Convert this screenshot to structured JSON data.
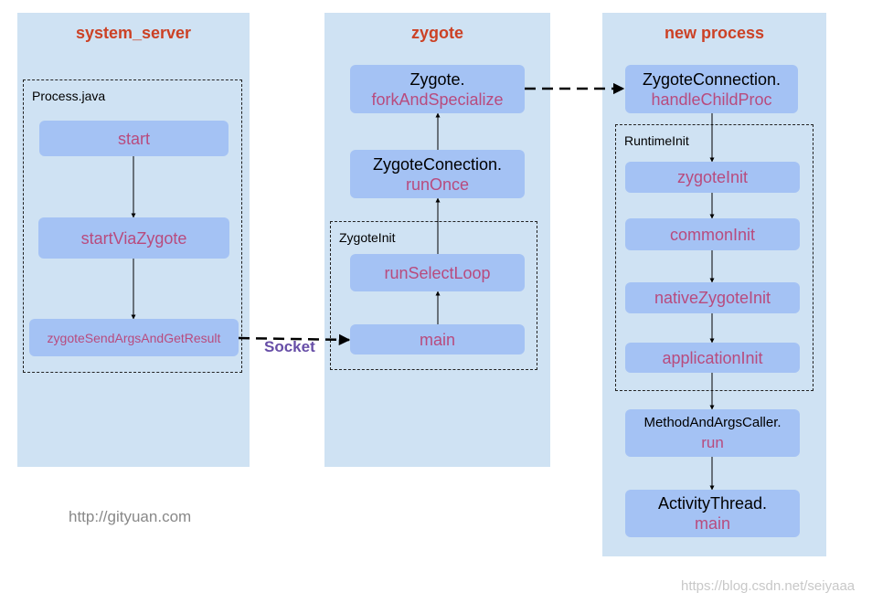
{
  "columns": [
    {
      "title": "system_server"
    },
    {
      "title": "zygote"
    },
    {
      "title": "new process"
    }
  ],
  "groups": {
    "process_java": "Process.java",
    "zygote_init": "ZygoteInit",
    "runtime_init": "RuntimeInit"
  },
  "nodes": {
    "start": {
      "method": "start"
    },
    "start_via_zygote": {
      "method": "startViaZygote"
    },
    "zygote_send_args": {
      "method": "zygoteSendArgsAndGetResult"
    },
    "zygote_fork": {
      "class": "Zygote.",
      "method": "forkAndSpecialize"
    },
    "zygote_conection_run_once": {
      "class": "ZygoteConection.",
      "method": "runOnce"
    },
    "run_select_loop": {
      "method": "runSelectLoop"
    },
    "zygote_main": {
      "method": "main"
    },
    "handle_child_proc": {
      "class": "ZygoteConnection.",
      "method": "handleChildProc"
    },
    "zygote_init": {
      "method": "zygoteInit"
    },
    "common_init": {
      "method": "commonInit"
    },
    "native_zygote_init": {
      "method": "nativeZygoteInit"
    },
    "application_init": {
      "method": "applicationInit"
    },
    "method_and_args_caller": {
      "class": "MethodAndArgsCaller.",
      "method": "run"
    },
    "activity_thread": {
      "class": "ActivityThread.",
      "method": "main"
    }
  },
  "edges": {
    "socket_label": "Socket"
  },
  "footer": {
    "url": "http://gityuan.com",
    "watermark": "https://blog.csdn.net/seiyaaa"
  },
  "colors": {
    "column_bg": "#cfe2f3",
    "node_bg": "#a4c2f4",
    "title_red": "#cc4125",
    "method_pink": "#b84b7e",
    "socket_purple": "#674ea7"
  }
}
